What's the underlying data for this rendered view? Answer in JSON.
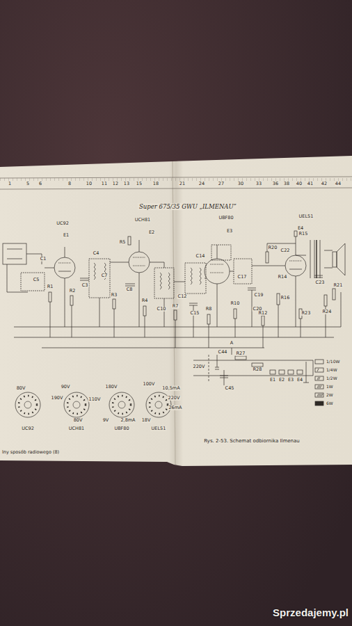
{
  "diagram": {
    "title": "Super 675/35 GWU „ILMENAU”",
    "caption": "Rys. 2-53. Schemat odbiornika Ilmenau",
    "labels": [
      "1",
      "5",
      "6",
      "8",
      "10",
      "11",
      "12",
      "13",
      "15",
      "18",
      "21",
      "24",
      "27",
      "30",
      "33",
      "36",
      "38",
      "40",
      "41",
      "42",
      "44",
      "UC92",
      "E1",
      "UCH81",
      "E2",
      "UBF80",
      "E3",
      "UEL51",
      "E4",
      "C1",
      "C5",
      "R1",
      "R2",
      "C3",
      "C4",
      "C7",
      "R3",
      "R5",
      "C8",
      "R4",
      "C10",
      "C12",
      "C14",
      "R7",
      "C15",
      "R8",
      "C17",
      "R10",
      "C19",
      "C20",
      "R12",
      "R20",
      "R15",
      "C22",
      "R14",
      "R16",
      "C23",
      "R21",
      "R23",
      "R24",
      "A",
      "220V",
      "C44",
      "R27",
      "R28",
      "E1",
      "E2",
      "E3",
      "E4",
      "C45",
      "80V",
      "90V",
      "190V",
      "110V",
      "80V",
      "180V",
      "9V",
      "2,8mA",
      "100V",
      "10,5mA",
      "220V",
      "26mA",
      "18V",
      "UC92",
      "UCH81",
      "UBF80",
      "UEL51",
      "lny sposób radiowego (8)",
      "Sprzedajemy.pl"
    ],
    "legend": [
      {
        "text": "1/10W"
      },
      {
        "text": "1/4W"
      },
      {
        "text": "1/2W"
      },
      {
        "text": "1W"
      },
      {
        "text": "2W"
      },
      {
        "text": "6W"
      }
    ]
  }
}
